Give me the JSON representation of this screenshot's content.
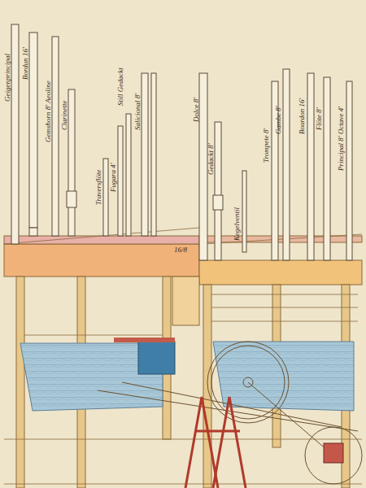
{
  "diagram": {
    "labels": [
      "Geigenprincipal",
      "Bordun 16'",
      "Gemshorn 8' Aeoline",
      "Clarinette",
      "Traversflöte",
      "Fugara 4'",
      "Still Gedackt",
      "Salicional 8'",
      "16/8",
      "Dolce 8'",
      "Gedackt 8'",
      "Kegelventil",
      "Trompete 8'",
      "Gambe 8'",
      "Bourdon 16'",
      "Flöte 8'",
      "Principal 8' Octave 4'"
    ]
  }
}
